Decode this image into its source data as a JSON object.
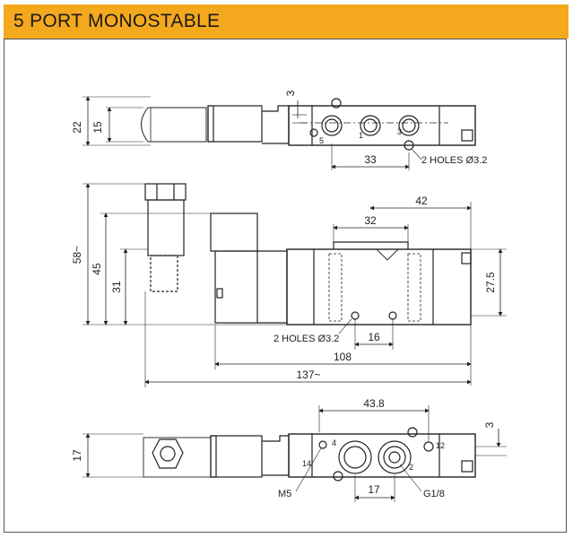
{
  "title": "5 PORT MONOSTABLE",
  "top_view": {
    "dim_height_outer": "22",
    "dim_height_inner": "15",
    "dim_offset": "3",
    "dim_port_pitch": "33",
    "holes_note": "2 HOLES Ø3.2",
    "port_labels": [
      "5",
      "1",
      "3"
    ]
  },
  "side_view": {
    "dim_total_height": "58~",
    "dim_height_45": "45",
    "dim_height_31": "31",
    "dim_32": "32",
    "dim_42": "42",
    "dim_27_5": "27.5",
    "dim_16": "16",
    "dim_108": "108",
    "dim_137": "137~",
    "holes_note": "2 HOLES Ø3.2"
  },
  "bottom_view": {
    "dim_17_height": "17",
    "dim_43_8": "43.8",
    "dim_3": "3",
    "dim_17_pitch": "17",
    "thread_m5": "M5",
    "thread_g18": "G1/8",
    "port_labels": [
      "4",
      "14",
      "12",
      "2"
    ]
  }
}
